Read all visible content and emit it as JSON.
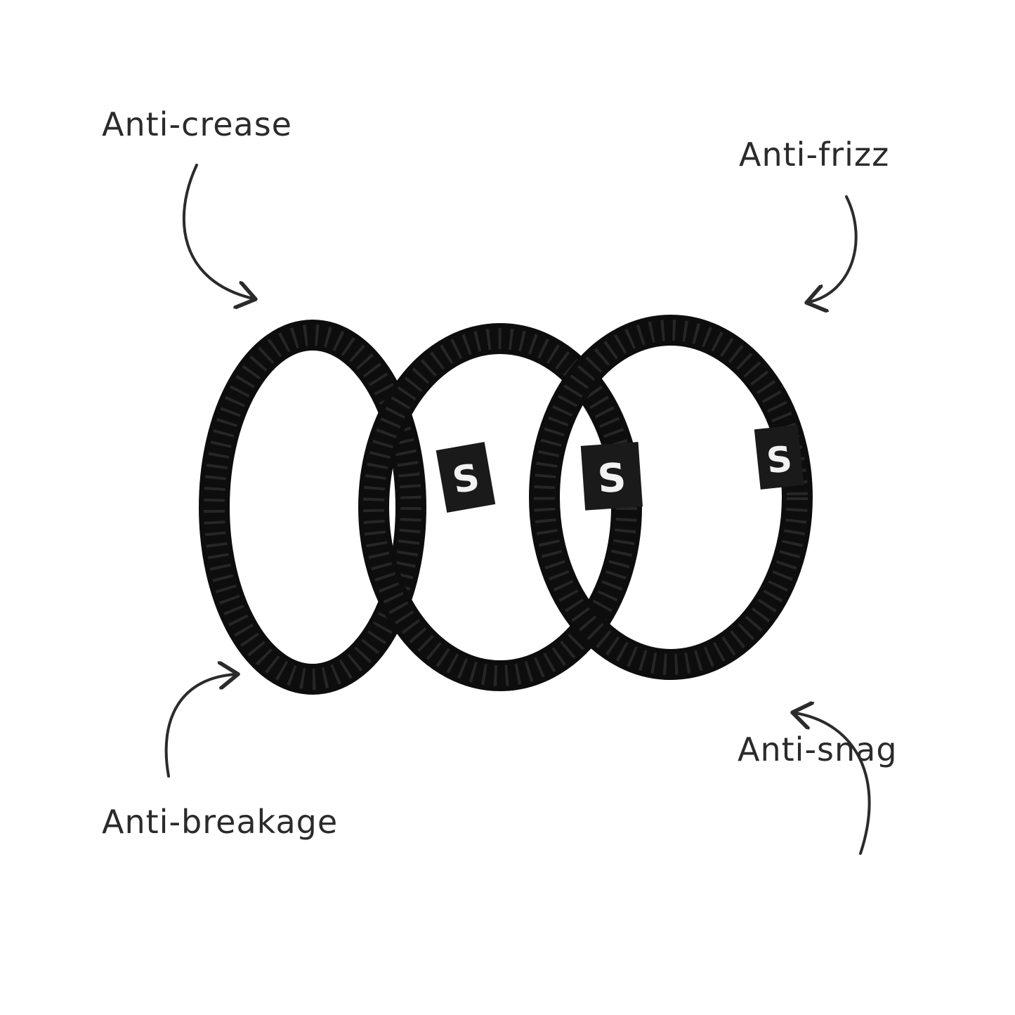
{
  "labels": {
    "top_left": "Anti-crease",
    "top_right": "Anti-frizz",
    "bottom_left": "Anti-breakage",
    "bottom_right": "Anti-snag"
  },
  "product": {
    "item": "scrunchie",
    "count": 3,
    "tag_logo": "S",
    "color": "#0d0d0d",
    "tag_color": "#1a1a1a",
    "logo_color": "#f2f2f2"
  },
  "colors": {
    "text": "#2b2b2b",
    "arrow": "#2b2b2b",
    "background": "#ffffff"
  }
}
